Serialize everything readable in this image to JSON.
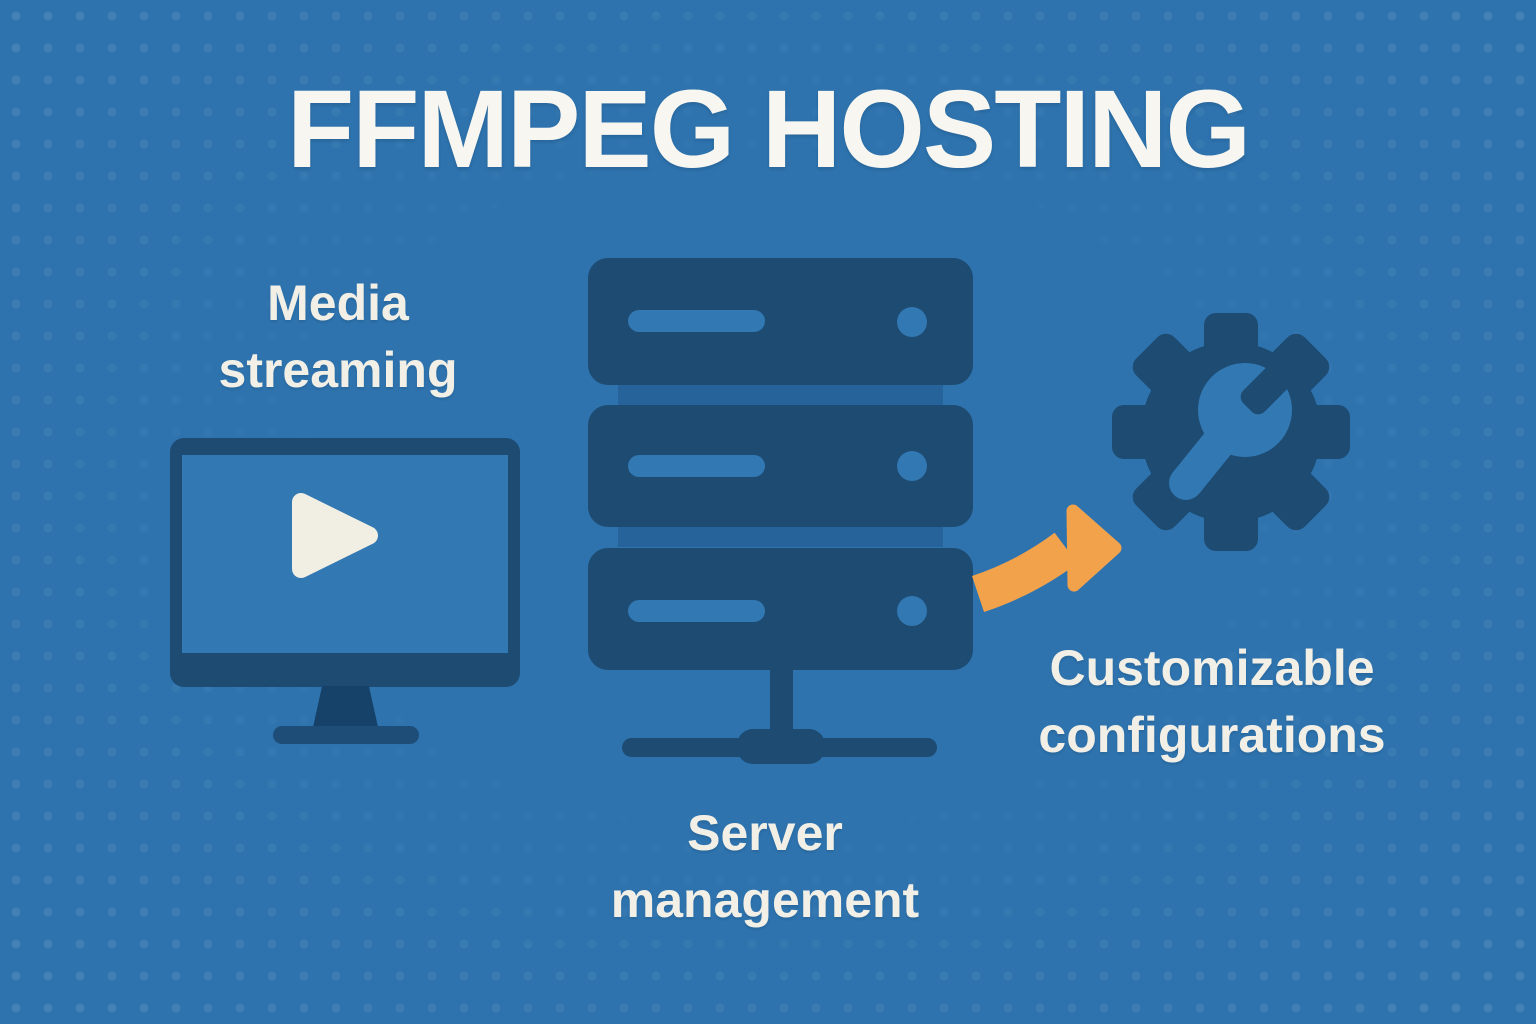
{
  "title": "FFMPEG HOSTING",
  "features": [
    {
      "icon": "monitor-play-icon",
      "label_line1": "Media",
      "label_line2": "streaming"
    },
    {
      "icon": "server-stack-icon",
      "label_line1": "Server",
      "label_line2": "management"
    },
    {
      "icon": "gear-wrench-icon",
      "label_line1": "Customizable",
      "label_line2": "configurations"
    }
  ],
  "connector": {
    "icon": "curved-arrow-icon"
  },
  "colors": {
    "bg": "#2e73ae",
    "navy": "#1d4b72",
    "navy_mid": "#1e4e78",
    "navy_deep": "#16426a",
    "light": "#3278b3",
    "band": "#26639a",
    "cream": "#f1efe3",
    "orange": "#f3a24c",
    "title_text": "#f7f6f1",
    "label_text": "#f1efe6"
  }
}
